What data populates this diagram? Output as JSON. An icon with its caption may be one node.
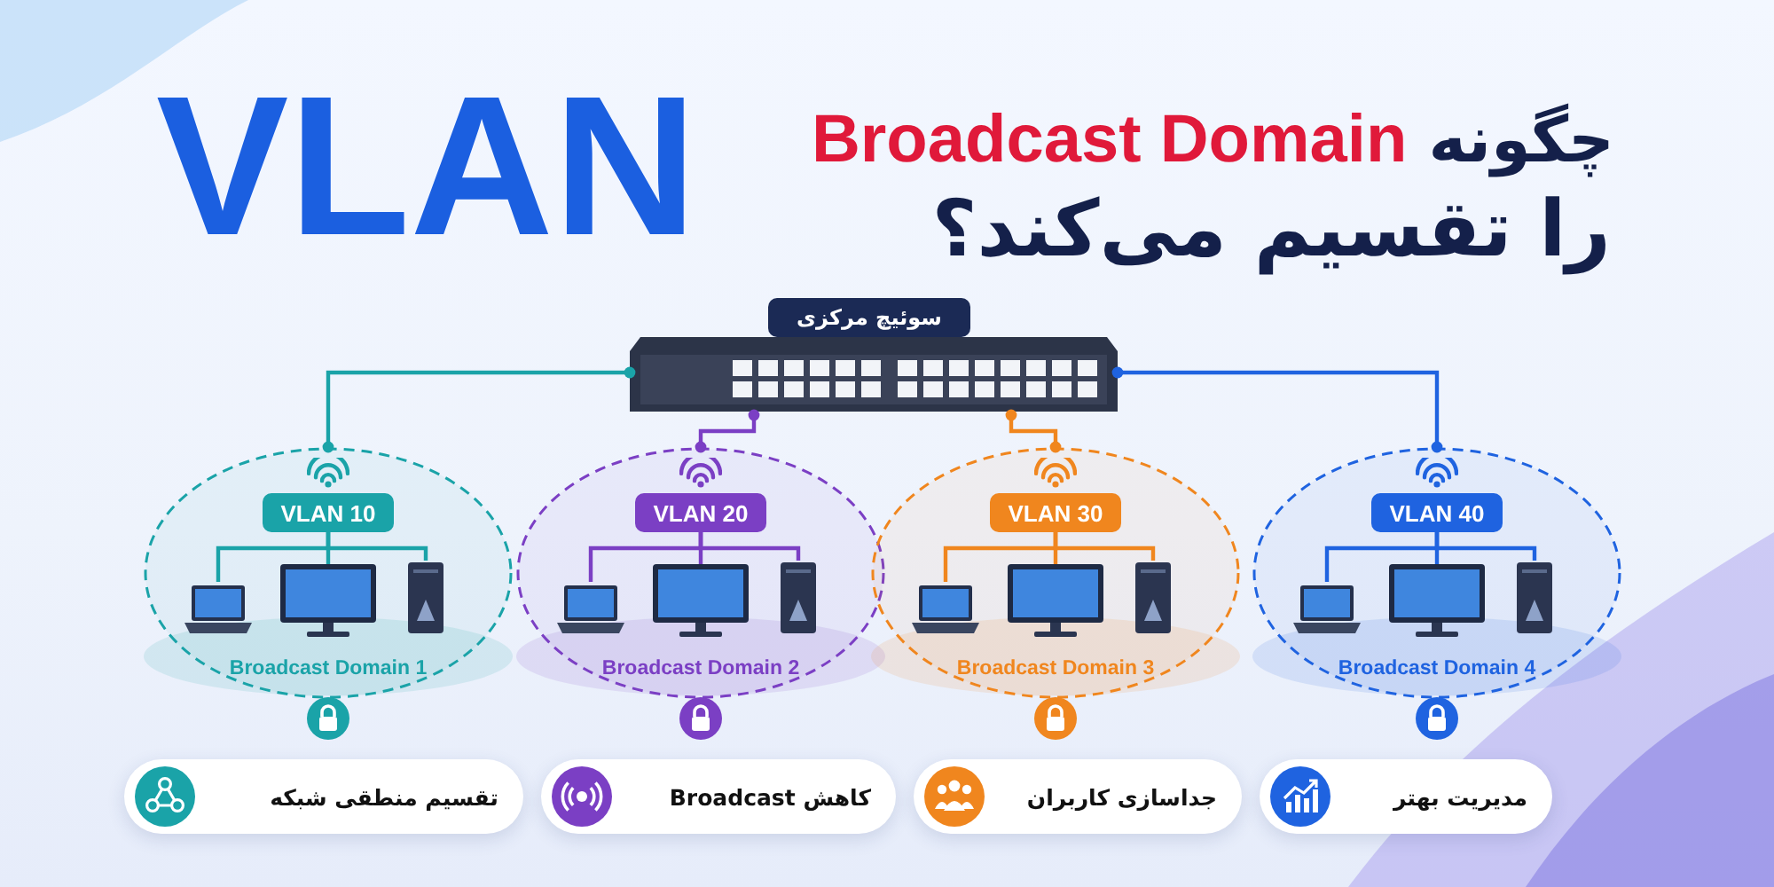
{
  "diagram": {
    "nodes": [
      {
        "text": [
          "سوئیچ مرکزی"
        ]
      },
      {
        "text": [
          "Broadcast Domain 1"
        ]
      },
      {
        "text": [
          "VLAN 10"
        ],
        "in": 1
      },
      {
        "text": [],
        "shape": "picture",
        "in": 1
      },
      {
        "text": [],
        "shape": "picture",
        "in": 1
      },
      {
        "text": [],
        "shape": "picture",
        "in": 1
      },
      {
        "text": [
          "Broadcast Domain 2"
        ]
      },
      {
        "text": [
          "VLAN 20"
        ],
        "in": 6
      },
      {
        "text": [],
        "shape": "picture",
        "in": 6
      },
      {
        "text": [],
        "shape": "picture",
        "in": 6
      },
      {
        "text": [],
        "shape": "picture",
        "in": 6
      },
      {
        "text": [
          "Broadcast Domain 3"
        ]
      },
      {
        "text": [
          "VLAN 30"
        ],
        "in": 11
      },
      {
        "text": [],
        "shape": "picture",
        "in": 11
      },
      {
        "text": [],
        "shape": "picture",
        "in": 11
      },
      {
        "text": [],
        "shape": "picture",
        "in": 11
      },
      {
        "text": [
          "Broadcast Domain 4"
        ]
      },
      {
        "text": [
          "VLAN 40"
        ],
        "in": 16
      },
      {
        "text": [],
        "shape": "picture",
        "in": 16
      },
      {
        "text": [],
        "shape": "picture",
        "in": 16
      },
      {
        "text": [],
        "shape": "picture",
        "in": 16
      },
      {
        "text": [
          "تقسیم منطقی شبکه"
        ]
      },
      {
        "text": [
          "کاهش Broadcast"
        ]
      },
      {
        "text": [
          "جداسازی کاربران"
        ]
      },
      {
        "text": [
          "مدیریت بهتر"
        ]
      }
    ],
    "edges": [
      {
        "from": 0,
        "to": 1,
        "arrow": "other",
        "color": "#1aa3a8"
      },
      {
        "from": 0,
        "to": 6,
        "arrow": "other",
        "color": "#7b3fc4"
      },
      {
        "from": 0,
        "to": 11,
        "arrow": "other",
        "color": "#f0861e"
      },
      {
        "from": 0,
        "to": 16,
        "arrow": "other",
        "color": "#1f63e0"
      },
      {
        "from": 2,
        "to": 3,
        "arrow": "none",
        "color": "#1aa3a8"
      },
      {
        "from": 2,
        "to": 4,
        "arrow": "none",
        "color": "#1aa3a8"
      },
      {
        "from": 2,
        "to": 5,
        "arrow": "none",
        "color": "#1aa3a8"
      },
      {
        "from": 7,
        "to": 8,
        "arrow": "none",
        "color": "#7b3fc4"
      },
      {
        "from": 7,
        "to": 9,
        "arrow": "none",
        "color": "#7b3fc4"
      },
      {
        "from": 7,
        "to": 10,
        "arrow": "none",
        "color": "#7b3fc4"
      },
      {
        "from": 12,
        "to": 13,
        "arrow": "none",
        "color": "#f0861e"
      },
      {
        "from": 12,
        "to": 14,
        "arrow": "none",
        "color": "#f0861e"
      },
      {
        "from": 12,
        "to": 15,
        "arrow": "none",
        "color": "#f0861e"
      },
      {
        "from": 17,
        "to": 18,
        "arrow": "none",
        "color": "#1f63e0"
      },
      {
        "from": 17,
        "to": 19,
        "arrow": "none",
        "color": "#1f63e0"
      },
      {
        "from": 17,
        "to": 20,
        "arrow": "none",
        "color": "#1f63e0"
      }
    ],
    "labels": [
      "VLAN",
      "چگونه",
      "Broadcast Domain",
      "را تقسیم می‌کند؟"
    ]
  }
}
